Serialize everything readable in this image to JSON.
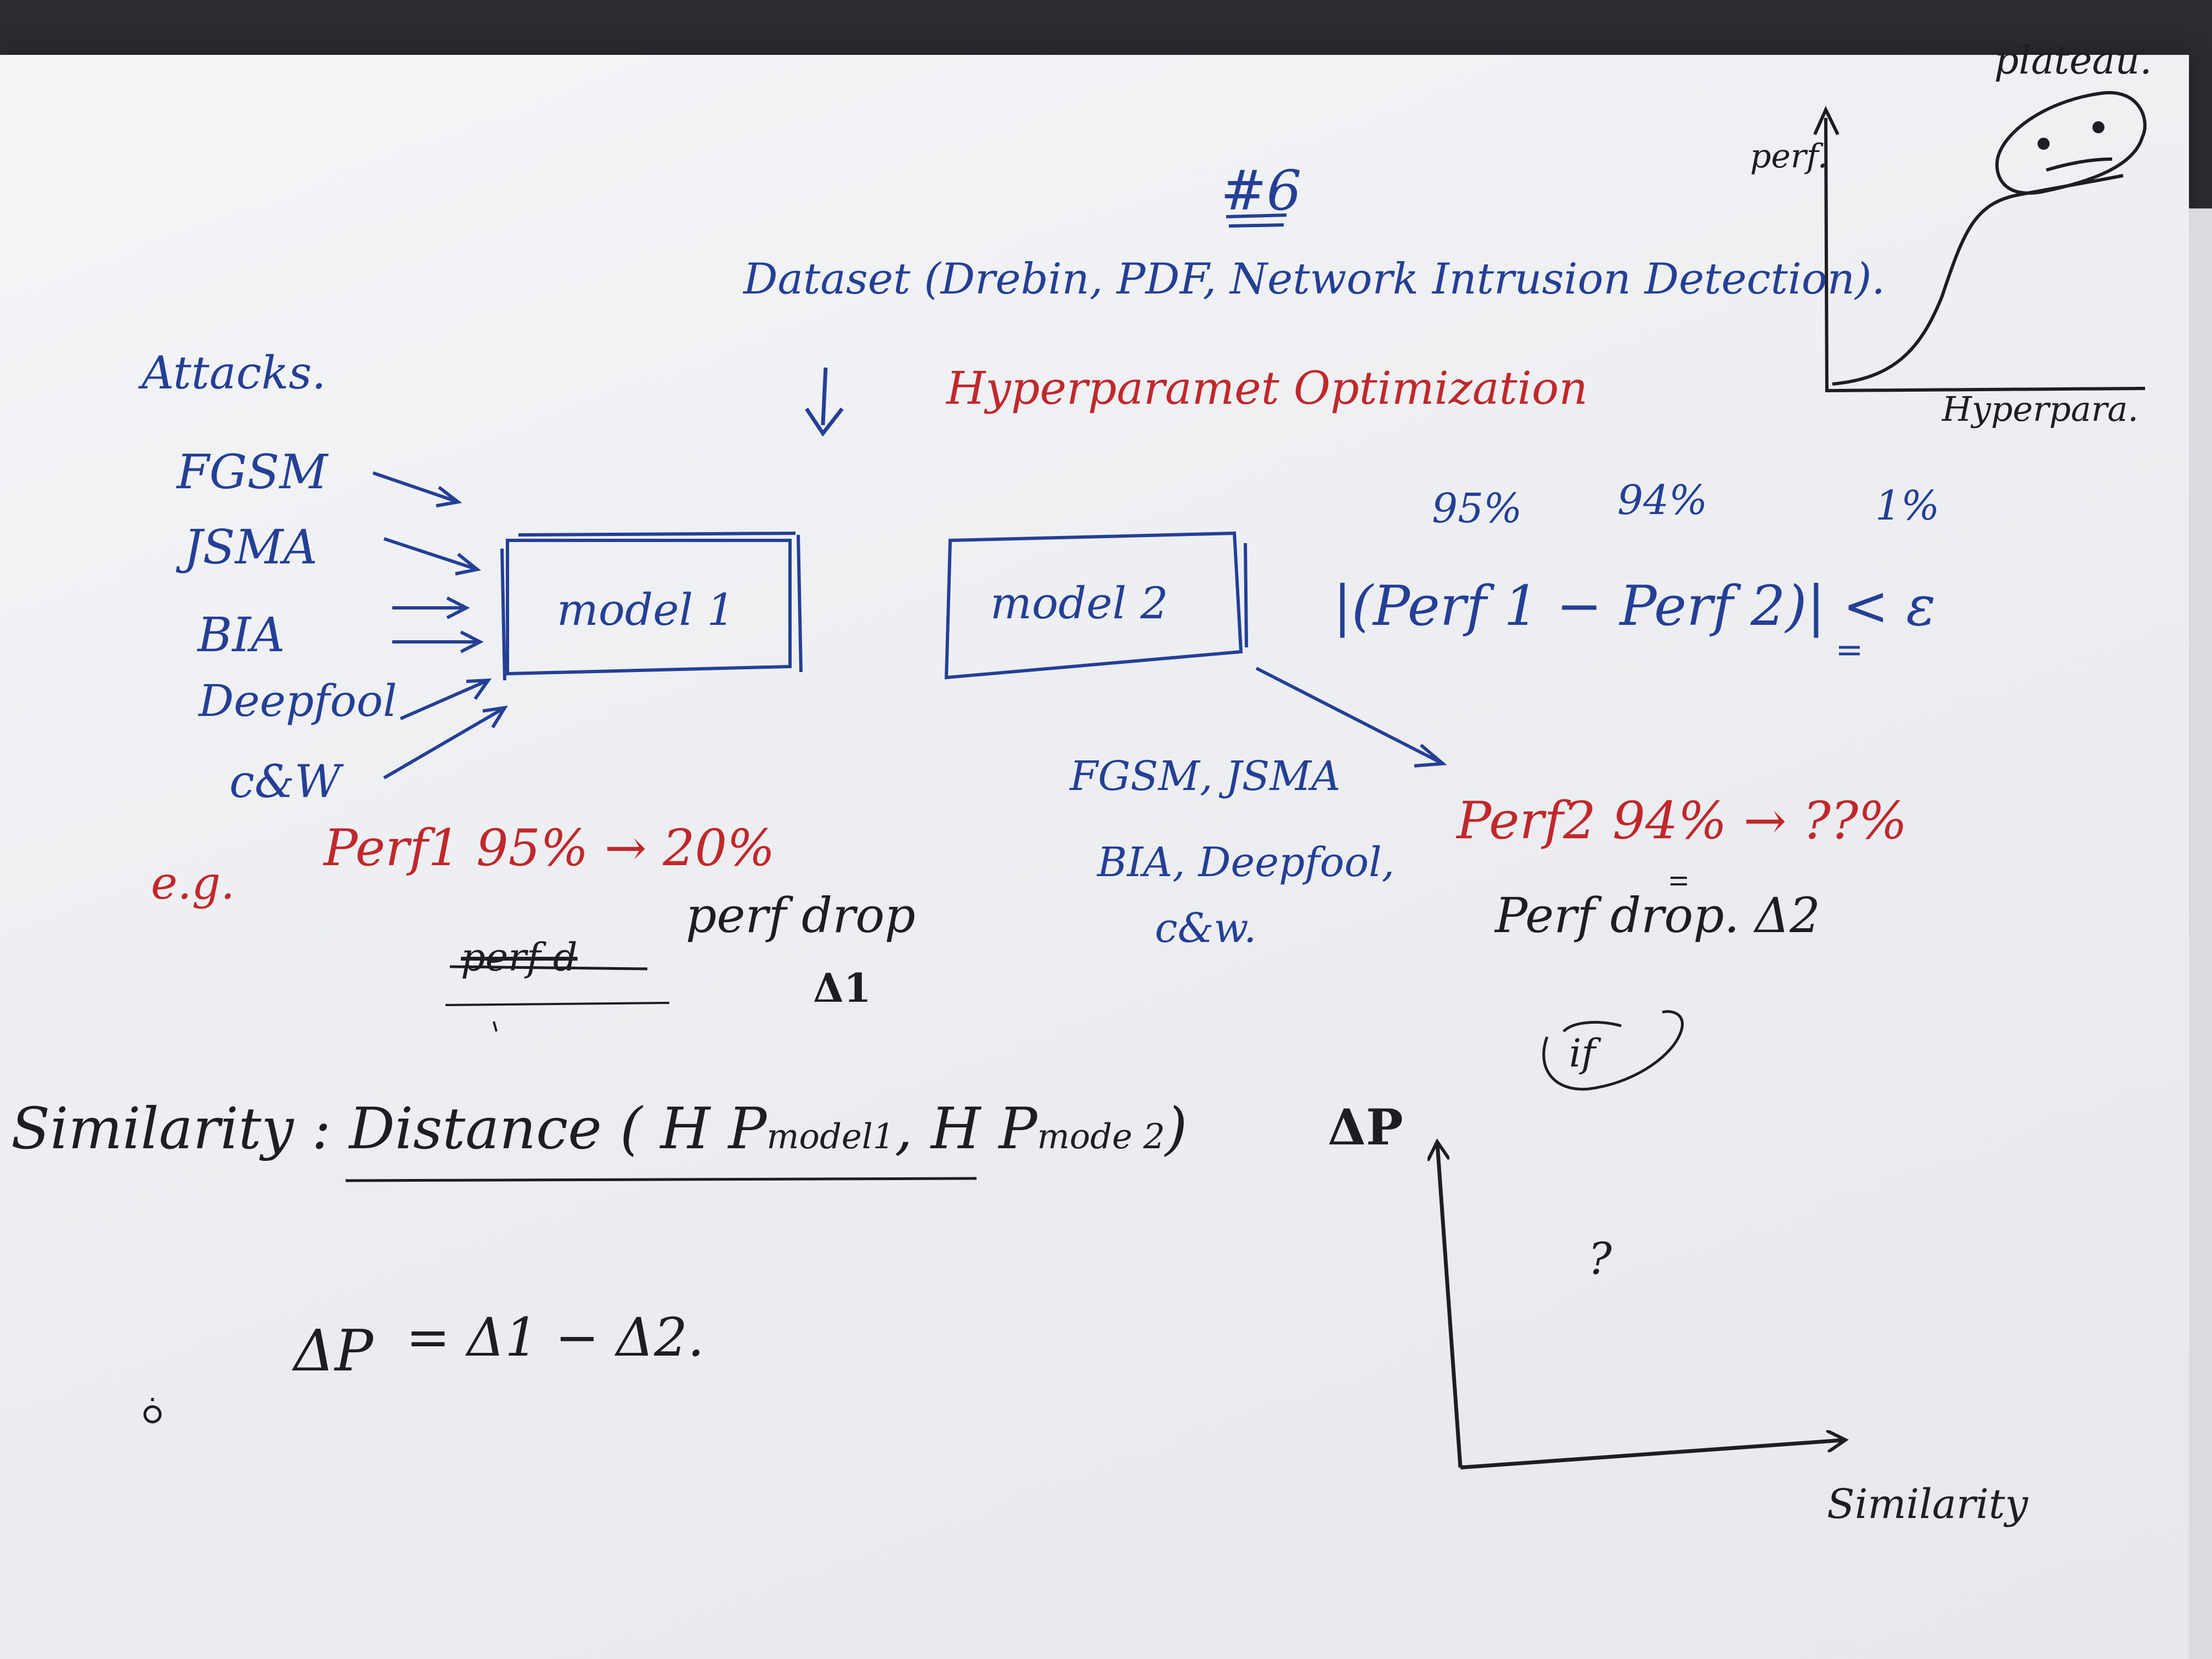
{
  "title": "#6",
  "dataset": "Dataset (Drebin, PDF, Network Intrusion Detection).",
  "hpo": "Hyperparamet Optimization",
  "attacks": {
    "heading": "Attacks.",
    "items": [
      "FGSM",
      "JSMA",
      "BIA",
      "Deepfool",
      "c&W"
    ]
  },
  "model1": "model 1",
  "model2": "model 2",
  "model2_attacks": [
    "FGSM, JSMA",
    "BIA, Deepfool,",
    "c&w."
  ],
  "perf_nums": [
    "95%",
    "94%",
    "1%"
  ],
  "perf_formula": "|(Perf 1 − Perf 2)| < ε",
  "example1": {
    "prefix": "e.g.",
    "text": "Perf1 95% → 20%",
    "struck": "perf d",
    "drop": "perf drop",
    "delta": "Δ1"
  },
  "example2": {
    "text": "Perf2 94% → ??%",
    "drop": "Perf drop. Δ2"
  },
  "similarity": {
    "main": "Similarity : Distance ( H P",
    "sub1": "model1",
    "mid": ", H P",
    "sub2": "mode 2",
    "end": ")"
  },
  "delta_p": {
    "lhs": "ΔP",
    "eq": "= Δ1 − Δ2."
  },
  "mini_chart": {
    "ylabel": "perf.",
    "xlabel": "Hyperpara.",
    "note": "plateau."
  },
  "big_chart": {
    "ylabel": "ΔP",
    "xlabel": "Similarity",
    "note": "if",
    "question": "?"
  },
  "ink_colors": {
    "blue": "#243f95",
    "red": "#c0282c",
    "black": "#1d1d22"
  }
}
